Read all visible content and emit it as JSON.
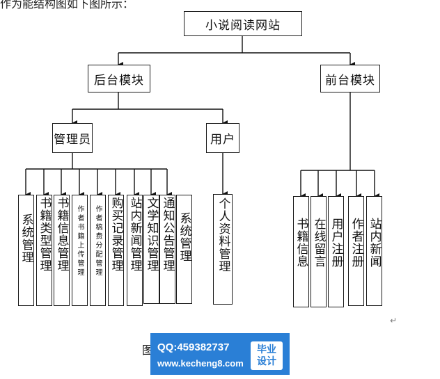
{
  "top_text": "作为能结构图如下图所示：",
  "root": "小说阅读网站",
  "backend": "后台模块",
  "frontend": "前台模块",
  "admin": "管理员",
  "user": "用户",
  "admin_children": [
    "系统管理",
    "书籍类型管理",
    "书籍信息管理",
    "作者书籍上传管理",
    "作者稿费分配管理",
    "购买记录管理",
    "站内新闻管理",
    "文学知识管理",
    "通知公告管理",
    "系统管理"
  ],
  "user_children": [
    "个人资料管理"
  ],
  "front_children": [
    "书籍信息",
    "在线留言",
    "用户注册",
    "作者注册",
    "站内新闻"
  ],
  "caption": "图",
  "return_mark": "↵",
  "watermark": {
    "qq": "QQ:459382737",
    "url": "www.kecheng8.com",
    "badge_line1": "毕业",
    "badge_line2": "设计",
    "color": "#2a7fd6"
  }
}
